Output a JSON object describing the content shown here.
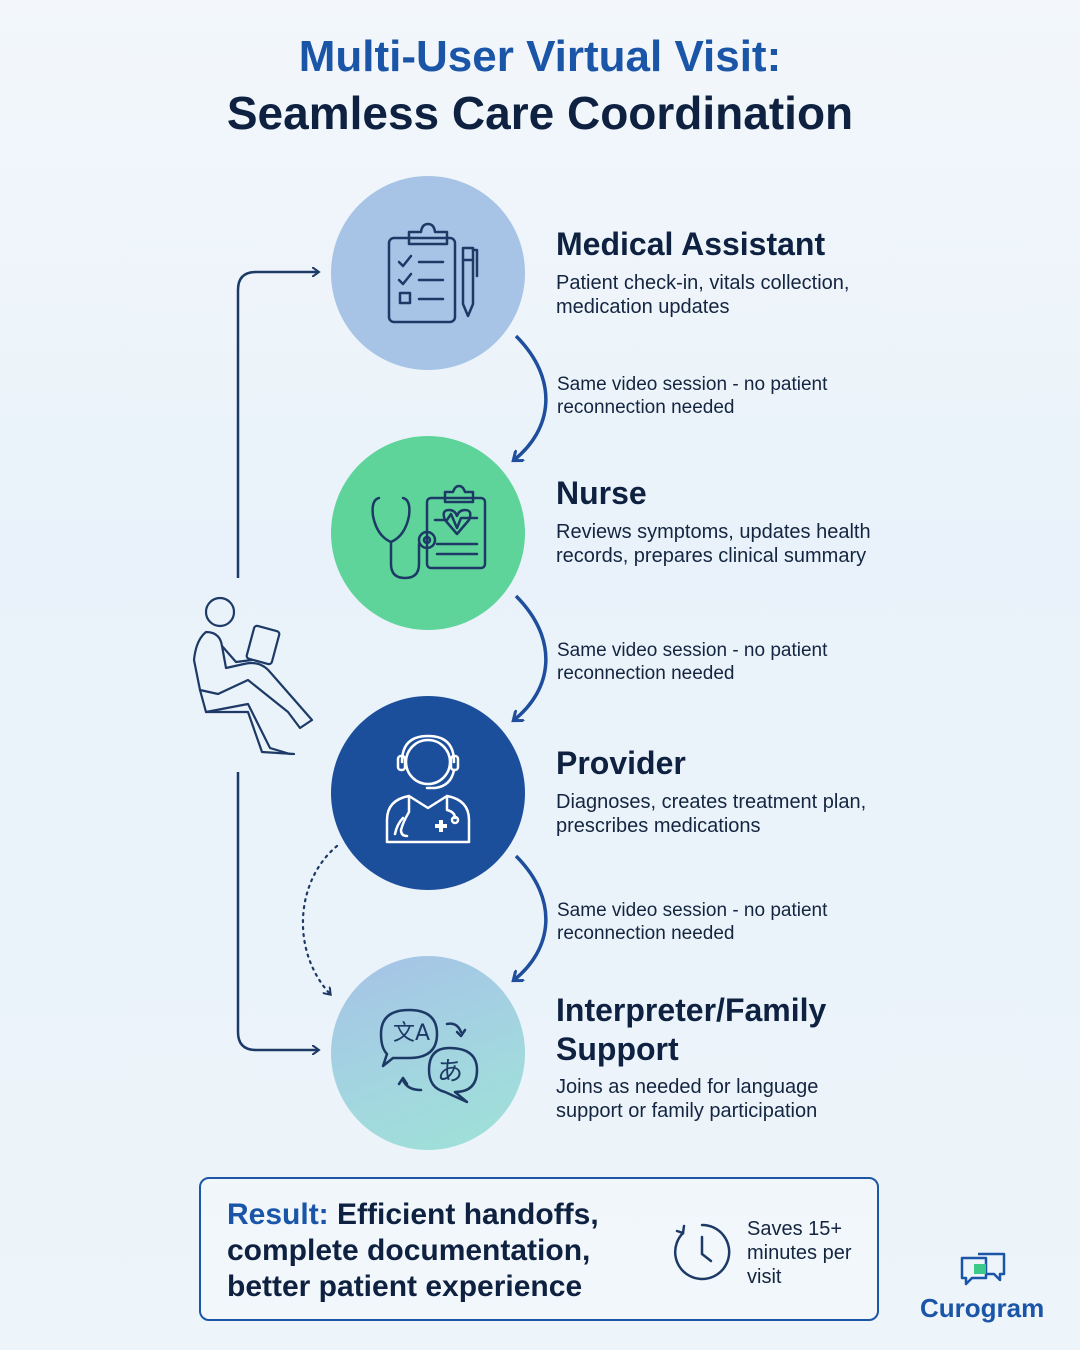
{
  "header": {
    "title_line1": "Multi-User Virtual Visit:",
    "title_line2": "Seamless Care Coordination"
  },
  "roles": [
    {
      "title": "Medical Assistant",
      "description": "Patient check-in, vitals collection, medication updates",
      "icon": "clipboard-checklist-icon",
      "color": "#a7c3e6"
    },
    {
      "title": "Nurse",
      "description": "Reviews symptoms, updates health records, prepares clinical summary",
      "icon": "stethoscope-health-record-icon",
      "color": "#5fd49a"
    },
    {
      "title": "Provider",
      "description": "Diagnoses, creates treatment plan, prescribes medications",
      "icon": "doctor-headset-icon",
      "color": "#1b4e9b"
    },
    {
      "title_line1": "Interpreter/Family",
      "title_line2": "Support",
      "description": "Joins as needed for language support or family participation",
      "icon": "translation-speech-icon",
      "color": "#a2d7df"
    }
  ],
  "handoffs": [
    "Same video session - no patient reconnection needed",
    "Same video session - no patient reconnection needed",
    "Same video session - no patient reconnection needed"
  ],
  "result": {
    "label": "Result:",
    "text": " Efficient handoffs, complete documentation, better patient experience",
    "saves": "Saves 15+ minutes per visit"
  },
  "brand": {
    "name": "Curogram"
  },
  "colors": {
    "accent": "#1a55a8",
    "dark_text": "#0e2140",
    "line": "#1d3a66"
  }
}
